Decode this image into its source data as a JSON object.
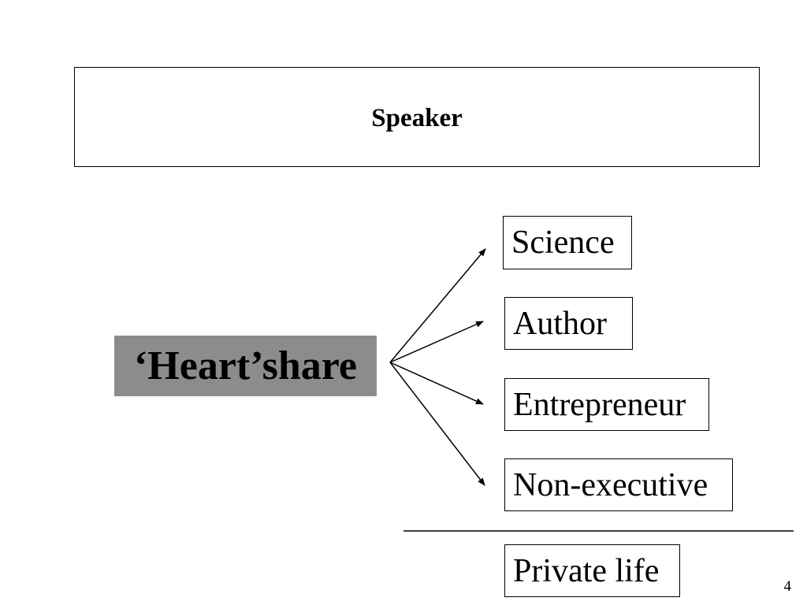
{
  "slide": {
    "title": "Speaker",
    "center_label": "‘Heart’share",
    "roles": [
      "Science",
      "Author",
      "Entrepreneur",
      "Non-executive"
    ],
    "separated_role": "Private life",
    "page_number": "4"
  },
  "colors": {
    "center_fill": "#8c8c8c",
    "lines": "#000000",
    "background": "#ffffff"
  }
}
